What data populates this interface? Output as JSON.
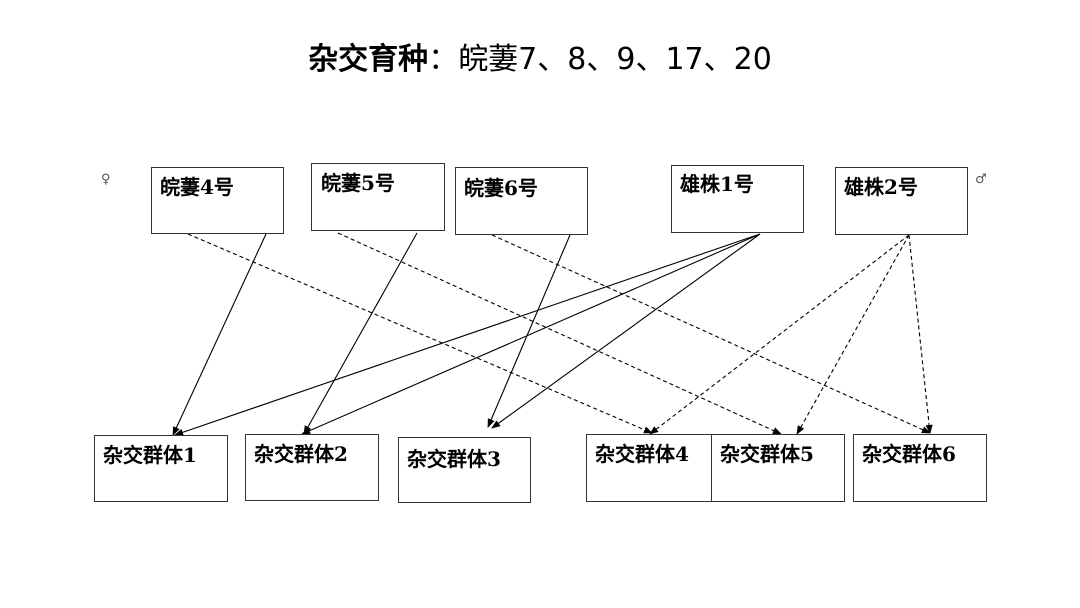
{
  "title": {
    "bold_part": "杂交育种",
    "separator": "：",
    "normal_part": "皖萋7、8、9、17、20"
  },
  "symbols": {
    "female": "♀",
    "male": "♂"
  },
  "parents": [
    {
      "id": "p4",
      "label": "皖萋4号"
    },
    {
      "id": "p5",
      "label": "皖萋5号"
    },
    {
      "id": "p6",
      "label": "皖萋6号"
    },
    {
      "id": "m1",
      "label": "雄株1号"
    },
    {
      "id": "m2",
      "label": "雄株2号"
    }
  ],
  "groups": [
    {
      "id": "g1",
      "label": "杂交群体1"
    },
    {
      "id": "g2",
      "label": "杂交群体2"
    },
    {
      "id": "g3",
      "label": "杂交群体3"
    },
    {
      "id": "g4",
      "label": "杂交群体4"
    },
    {
      "id": "g5",
      "label": "杂交群体5"
    },
    {
      "id": "g6",
      "label": "杂交群体6"
    }
  ],
  "edges": [
    {
      "from": "p4",
      "to": "g1",
      "style": "solid"
    },
    {
      "from": "p5",
      "to": "g2",
      "style": "solid"
    },
    {
      "from": "p6",
      "to": "g3",
      "style": "solid"
    },
    {
      "from": "m1",
      "to": "g1",
      "style": "solid"
    },
    {
      "from": "m1",
      "to": "g2",
      "style": "solid"
    },
    {
      "from": "m1",
      "to": "g3",
      "style": "solid"
    },
    {
      "from": "p4",
      "to": "g4",
      "style": "dashed"
    },
    {
      "from": "p5",
      "to": "g5",
      "style": "dashed"
    },
    {
      "from": "p6",
      "to": "g6",
      "style": "dashed"
    },
    {
      "from": "m2",
      "to": "g4",
      "style": "dashed"
    },
    {
      "from": "m2",
      "to": "g5",
      "style": "dashed"
    },
    {
      "from": "m2",
      "to": "g6",
      "style": "dashed"
    }
  ]
}
